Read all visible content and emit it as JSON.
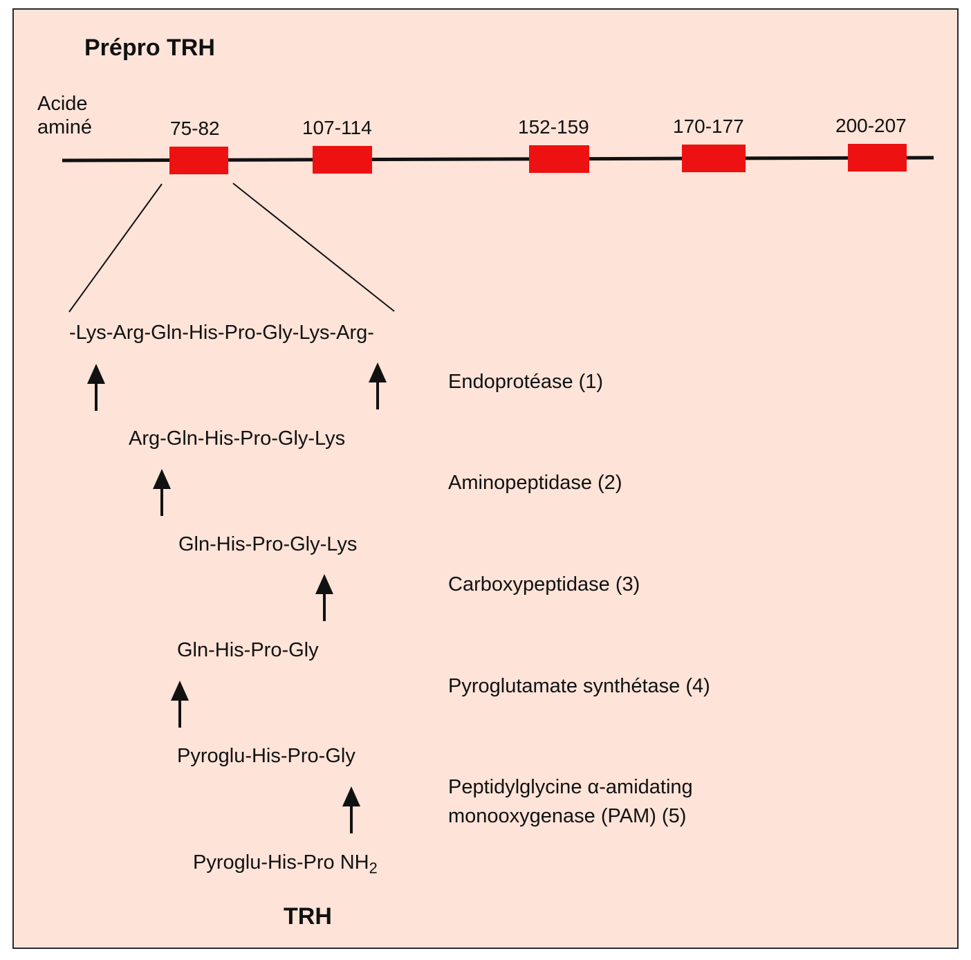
{
  "colors": {
    "background": "#fde3d8",
    "block": "#ee1111",
    "line": "#111111"
  },
  "title": "Prépro TRH",
  "axis_label_line1": "Acide",
  "axis_label_line2": "aminé",
  "segments": [
    "75-82",
    "107-114",
    "152-159",
    "170-177",
    "200-207"
  ],
  "sequences": {
    "s0": "-Lys-Arg-Gln-His-Pro-Gly-Lys-Arg-",
    "s1": "Arg-Gln-His-Pro-Gly-Lys",
    "s2": "Gln-His-Pro-Gly-Lys",
    "s3": "Gln-His-Pro-Gly",
    "s4": "Pyroglu-His-Pro-Gly",
    "s5_main": "Pyroglu-His-Pro NH",
    "s5_sub": "2"
  },
  "enzymes": {
    "e1": "Endoprotéase (1)",
    "e2": "Aminopeptidase (2)",
    "e3": "Carboxypeptidase (3)",
    "e4": "Pyroglutamate synthétase (4)",
    "e5_line1": "Peptidylglycine α-amidating",
    "e5_line2": "monooxygenase (PAM) (5)"
  },
  "product": "TRH"
}
